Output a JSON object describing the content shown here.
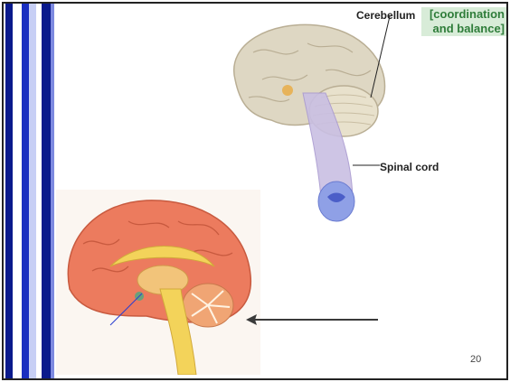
{
  "slide": {
    "labels": {
      "cerebellum": "Cerebellum",
      "annotation_line1": "[coordination",
      "annotation_line2": "and balance]",
      "spinal_cord": "Spinal cord"
    },
    "page_number": "20"
  },
  "colors": {
    "left_bar_dark": "#0a1a8c",
    "left_bar_light": "#c7cff5",
    "annotation_text": "#2f7d3a",
    "brain_gray": "#ded7c3",
    "cortex_red": "#ec7b5e",
    "spinal_cord_purple": "#c9bfe3"
  }
}
